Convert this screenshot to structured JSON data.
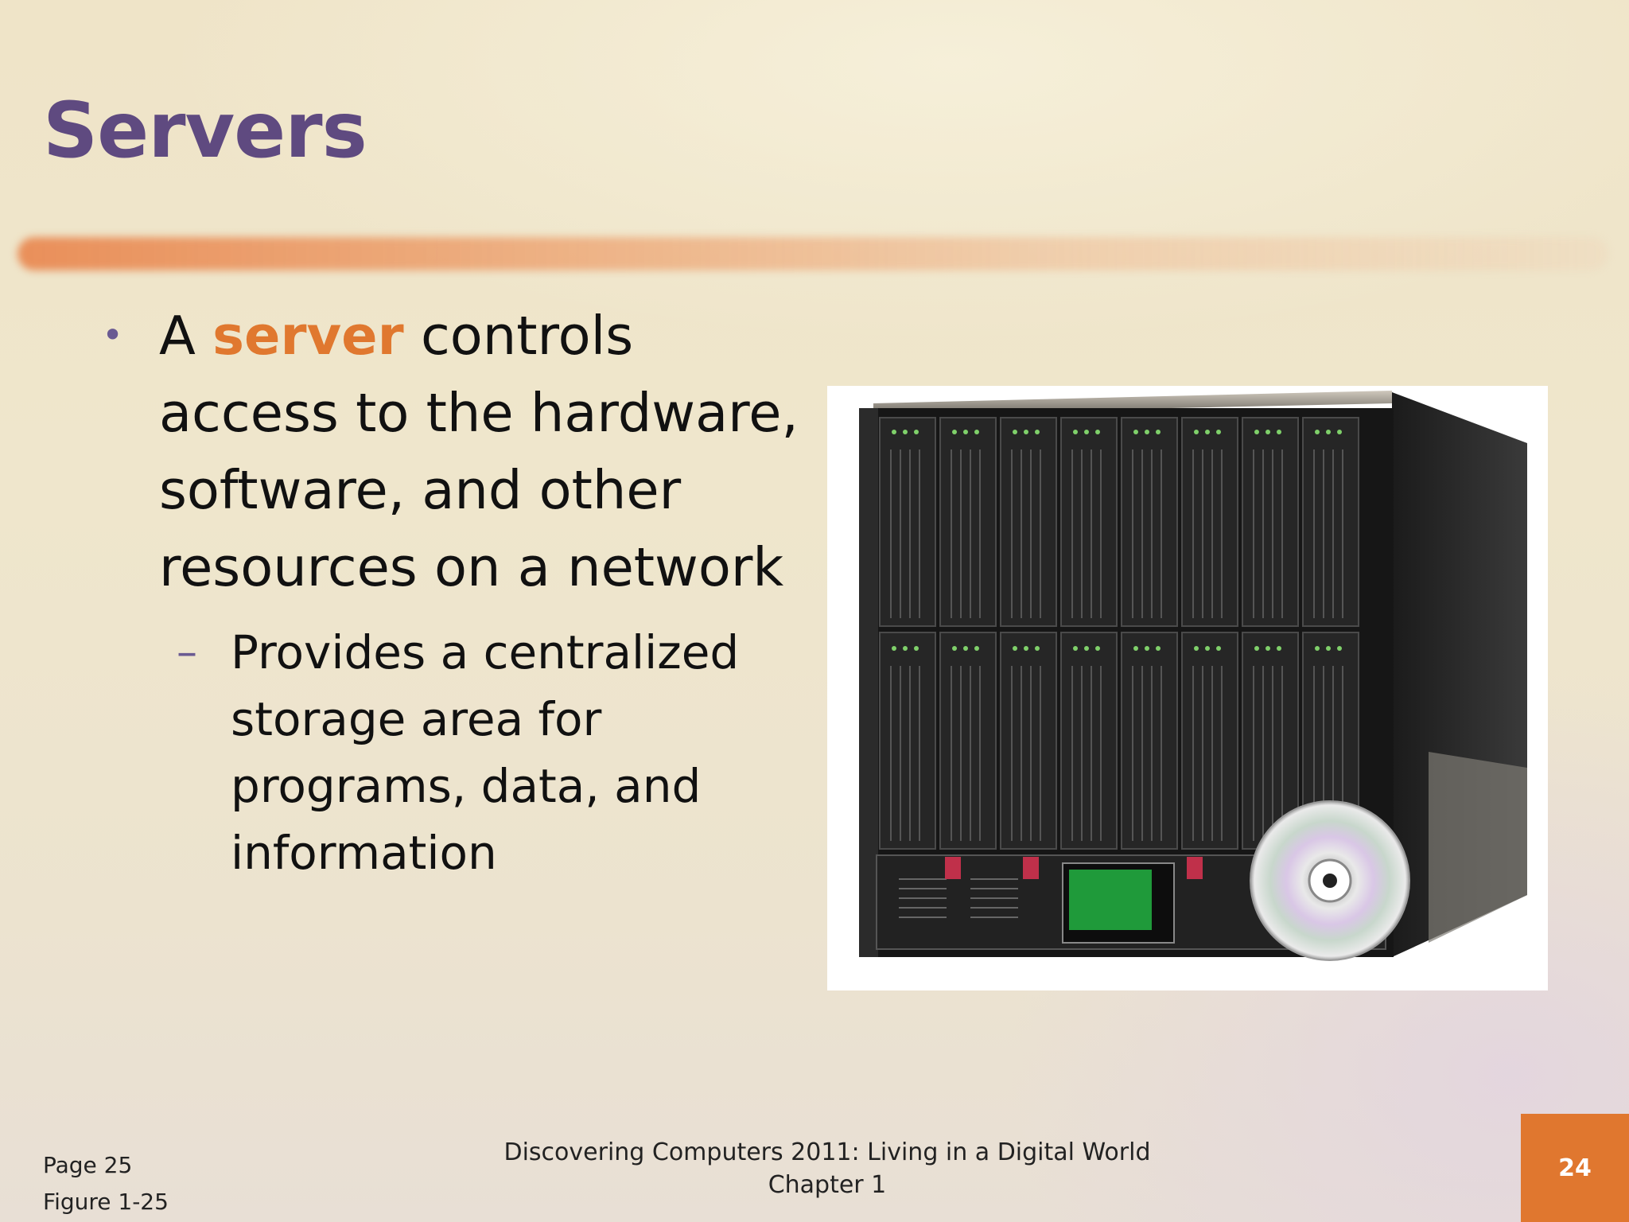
{
  "slide": {
    "title": "Servers",
    "bullet": {
      "prefix": "A ",
      "highlight": "server",
      "rest": " controls access to the hardware, software, and other resources on a network"
    },
    "sub_bullet": "Provides a centralized storage area for programs, data, and information",
    "image": {
      "icon": "blade-server-enclosure-with-cd"
    }
  },
  "footer": {
    "page_ref": "Page 25",
    "figure_ref": "Figure 1-25",
    "book_title": "Discovering Computers 2011: Living in a Digital World",
    "chapter": "Chapter 1",
    "slide_number": "24"
  },
  "colors": {
    "title": "#5f4a80",
    "highlight": "#e0782f",
    "page_box": "#e0772f"
  }
}
